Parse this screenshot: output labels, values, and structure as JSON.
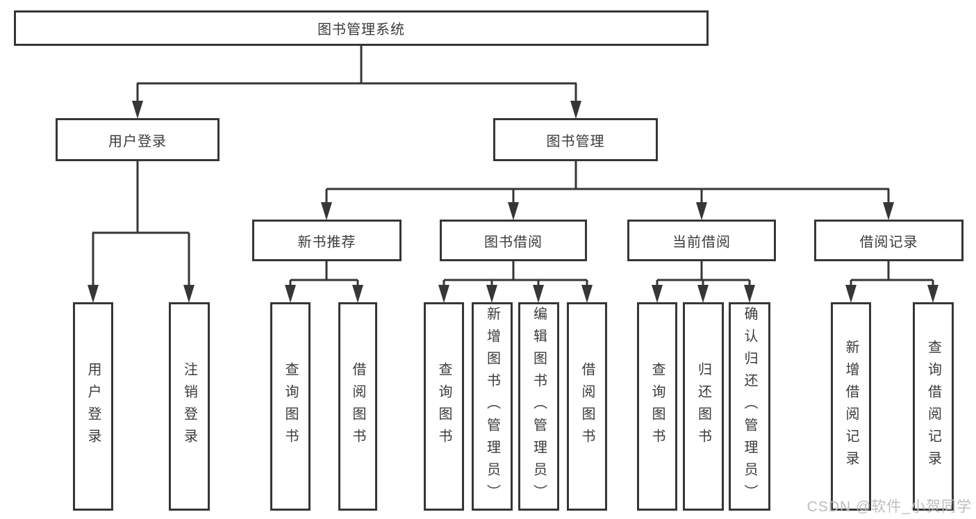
{
  "tree": {
    "label": "图书管理系统",
    "children": [
      {
        "label": "用户登录",
        "children": [
          {
            "label": "用户登录"
          },
          {
            "label": "注销登录"
          }
        ]
      },
      {
        "label": "图书管理",
        "children": [
          {
            "label": "新书推荐",
            "children": [
              {
                "label": "查询图书"
              },
              {
                "label": "借阅图书"
              }
            ]
          },
          {
            "label": "图书借阅",
            "children": [
              {
                "label": "查询图书"
              },
              {
                "label": "新增图书（管理员）"
              },
              {
                "label": "编辑图书（管理员）"
              },
              {
                "label": "借阅图书"
              }
            ]
          },
          {
            "label": "当前借阅",
            "children": [
              {
                "label": "查询图书"
              },
              {
                "label": "归还图书"
              },
              {
                "label": "确认归还（管理员）"
              }
            ]
          },
          {
            "label": "借阅记录",
            "children": [
              {
                "label": "新增借阅记录"
              },
              {
                "label": "查询借阅记录"
              }
            ]
          }
        ]
      }
    ]
  },
  "watermark": "CSDN @软件_小贺同学",
  "colors": {
    "line": "#363636",
    "box_border": "#363636",
    "box_fill": "#ffffff",
    "text": "#3b3b3b",
    "watermark": "#bdbdbd",
    "background": "#ffffff"
  }
}
